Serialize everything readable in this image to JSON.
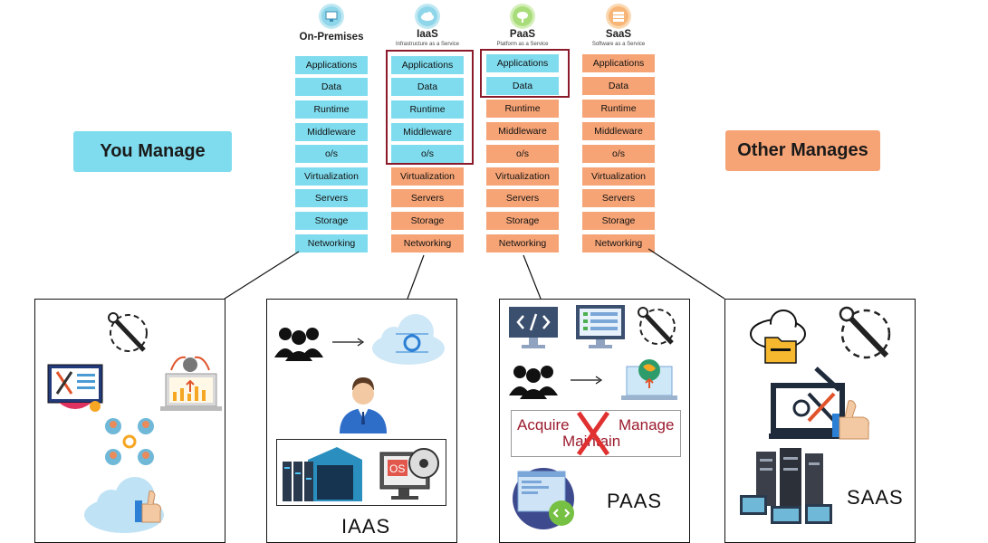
{
  "columns": [
    {
      "title": "On-Premises",
      "subtitle": "",
      "rows": [
        {
          "label": "Applications",
          "color": "blue"
        },
        {
          "label": "Data",
          "color": "blue"
        },
        {
          "label": "Runtime",
          "color": "blue"
        },
        {
          "label": "Middleware",
          "color": "blue"
        },
        {
          "label": "o/s",
          "color": "blue"
        },
        {
          "label": "Virtualization",
          "color": "blue"
        },
        {
          "label": "Servers",
          "color": "blue"
        },
        {
          "label": "Storage",
          "color": "blue"
        },
        {
          "label": "Networking",
          "color": "blue"
        }
      ]
    },
    {
      "title": "IaaS",
      "subtitle": "Infrastructure as a Service",
      "rows": [
        {
          "label": "Applications",
          "color": "blue"
        },
        {
          "label": "Data",
          "color": "blue"
        },
        {
          "label": "Runtime",
          "color": "blue"
        },
        {
          "label": "Middleware",
          "color": "blue"
        },
        {
          "label": "o/s",
          "color": "blue"
        },
        {
          "label": "Virtualization",
          "color": "orange"
        },
        {
          "label": "Servers",
          "color": "orange"
        },
        {
          "label": "Storage",
          "color": "orange"
        },
        {
          "label": "Networking",
          "color": "orange"
        }
      ]
    },
    {
      "title": "PaaS",
      "subtitle": "Platform as a Service",
      "rows": [
        {
          "label": "Applications",
          "color": "blue"
        },
        {
          "label": "Data",
          "color": "blue"
        },
        {
          "label": "Runtime",
          "color": "orange"
        },
        {
          "label": "Middleware",
          "color": "orange"
        },
        {
          "label": "o/s",
          "color": "orange"
        },
        {
          "label": "Virtualization",
          "color": "orange"
        },
        {
          "label": "Servers",
          "color": "orange"
        },
        {
          "label": "Storage",
          "color": "orange"
        },
        {
          "label": "Networking",
          "color": "orange"
        }
      ]
    },
    {
      "title": "SaaS",
      "subtitle": "Software as a Service",
      "rows": [
        {
          "label": "Applications",
          "color": "orange"
        },
        {
          "label": "Data",
          "color": "orange"
        },
        {
          "label": "Runtime",
          "color": "orange"
        },
        {
          "label": "Middleware",
          "color": "orange"
        },
        {
          "label": "o/s",
          "color": "orange"
        },
        {
          "label": "Virtualization",
          "color": "orange"
        },
        {
          "label": "Servers",
          "color": "orange"
        },
        {
          "label": "Storage",
          "color": "orange"
        },
        {
          "label": "Networking",
          "color": "orange"
        }
      ]
    }
  ],
  "labels": {
    "you_manage": "You Manage",
    "other_manages": "Other Manages"
  },
  "panels": {
    "iaas": "IAAS",
    "paas": "PAAS",
    "saas": "SAAS",
    "paas_banner": {
      "left": "Acquire",
      "right": "Manage",
      "bottom": "Maintain"
    },
    "os_badge": "OS"
  },
  "colors": {
    "managed_by_you": "#7fdcee",
    "managed_by_other": "#f6a476",
    "highlight": "#8b1a2b"
  },
  "icons": [
    "monitor-icon",
    "cloud-icon",
    "leaf-icon",
    "stack-icon",
    "gear-wrench-icon",
    "people-icon",
    "cloud-gear-icon",
    "person-icon",
    "warehouse-server-icon",
    "os-disk-icon",
    "code-icon",
    "dashboard-icon",
    "globe-laptop-icon",
    "cloud-folder-icon",
    "laptop-tools-icon",
    "thumbs-up-icon",
    "servers-icon",
    "analytics-laptop-icon"
  ]
}
